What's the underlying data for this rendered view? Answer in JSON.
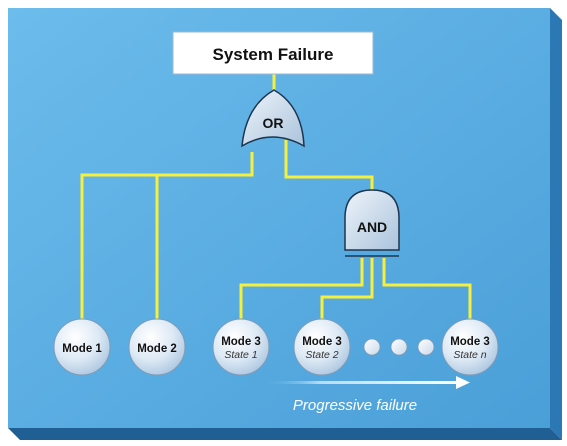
{
  "diagram": {
    "top_event": "System Failure",
    "gates": {
      "or_label": "OR",
      "and_label": "AND"
    },
    "modes": [
      {
        "title": "Mode 1",
        "subtitle": ""
      },
      {
        "title": "Mode 2",
        "subtitle": ""
      },
      {
        "title": "Mode 3",
        "subtitle": "State 1"
      },
      {
        "title": "Mode 3",
        "subtitle": "State 2"
      },
      {
        "title": "Mode 3",
        "subtitle": "State n"
      }
    ],
    "progression_label": "Progressive failure"
  },
  "colors": {
    "panel": "#5aaee2",
    "panel_edge": "#2c78b4",
    "connector": "#f6ef3c",
    "gate_fill": "#c9dced",
    "node_fill": "#dde9f5",
    "top_box": "#ffffff"
  }
}
